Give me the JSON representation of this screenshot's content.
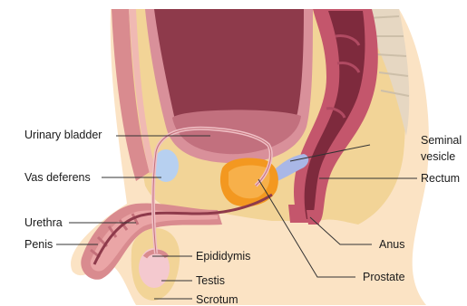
{
  "labels": {
    "urinary_bladder": "Urinary bladder",
    "vas_deferens": "Vas deferens",
    "urethra": "Urethra",
    "penis": "Penis",
    "epididymis": "Epididymis",
    "testis": "Testis",
    "scrotum": "Scrotum",
    "seminal_vesicle_line1": "Seminal",
    "seminal_vesicle_line2": "vesicle",
    "rectum": "Rectum",
    "anus": "Anus",
    "prostate": "Prostate"
  },
  "colors": {
    "skin": "#fbe3c4",
    "fat": "#f2d497",
    "bladder_wall": "#d9909a",
    "bladder_inner": "#8e3a4b",
    "rectum": "#c4566c",
    "rectum_dark": "#7e2a3d",
    "prostate": "#f39820",
    "seminal_vesicle": "#a9b7e6",
    "testis": "#f4c9cf",
    "leader_line": "#333333"
  }
}
